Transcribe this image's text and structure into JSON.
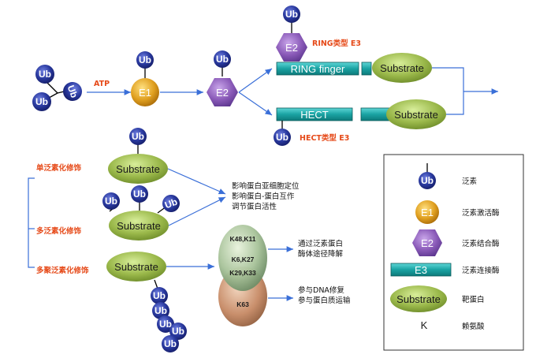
{
  "ub": "Ub",
  "atp": "ATP",
  "e1": "E1",
  "e2": "E2",
  "e3": "E3",
  "substrate": "Substrate",
  "ring_finger": "RING finger",
  "hect": "HECT",
  "ring_type": "RING类型 E3",
  "hect_type": "HECT类型 E3",
  "mod_single": "单泛素化修饰",
  "mod_multi": "多泛素化修饰",
  "mod_poly": "多聚泛素化修饰",
  "effect_1": "影响蛋白亚细胞定位",
  "effect_2": "影响蛋白-蛋白互作",
  "effect_3": "调节蛋白活性",
  "k_top_1": "K48,K11",
  "k_top_2": "K6,K27",
  "k_top_3": "K29,K33",
  "k_bottom": "K63",
  "degrade_1": "通过泛素蛋白",
  "degrade_2": "酶体途径降解",
  "repair_1": "参与DNA修复",
  "repair_2": "参与蛋白质运输",
  "legend": {
    "ubiquitin": "泛素",
    "e1": "泛素激活酶",
    "e2": "泛素结合酶",
    "e3": "泛素连接酶",
    "substrate": "靶蛋白",
    "k": "K",
    "lysine": "赖氨酸"
  },
  "colors": {
    "ub_fill": "#1f2f8c",
    "e1_fill": "#e0a020",
    "e2_fill": "#8a5ab8",
    "e3_fill": "#1aa3a3",
    "substrate_fill": "#9ab84a",
    "accent_red": "#e64a19",
    "arrow_blue": "#3a6fd8"
  }
}
